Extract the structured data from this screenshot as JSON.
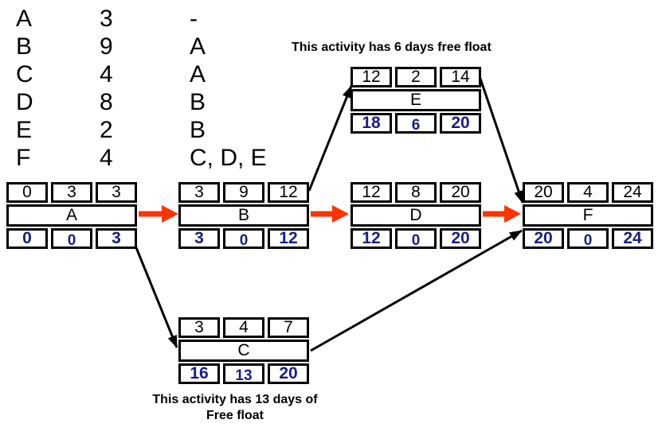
{
  "colors": {
    "critical_arrow": "#ff3300",
    "late_values": "#1c1c84",
    "line": "#000000"
  },
  "activity_table": {
    "rows": [
      {
        "id": "A",
        "duration": "3",
        "predecessors": "-"
      },
      {
        "id": "B",
        "duration": "9",
        "predecessors": "A"
      },
      {
        "id": "C",
        "duration": "4",
        "predecessors": "A"
      },
      {
        "id": "D",
        "duration": "8",
        "predecessors": "B"
      },
      {
        "id": "E",
        "duration": "2",
        "predecessors": "B"
      },
      {
        "id": "F",
        "duration": "4",
        "predecessors": "C, D, E"
      }
    ]
  },
  "nodes": {
    "A": {
      "es": "0",
      "dur": "3",
      "ef": "3",
      "name": "A",
      "ls": "0",
      "float": "0",
      "lf": "3"
    },
    "B": {
      "es": "3",
      "dur": "9",
      "ef": "12",
      "name": "B",
      "ls": "3",
      "float": "0",
      "lf": "12"
    },
    "C": {
      "es": "3",
      "dur": "4",
      "ef": "7",
      "name": "C",
      "ls": "16",
      "float": "13",
      "lf": "20"
    },
    "D": {
      "es": "12",
      "dur": "8",
      "ef": "20",
      "name": "D",
      "ls": "12",
      "float": "0",
      "lf": "20"
    },
    "E": {
      "es": "12",
      "dur": "2",
      "ef": "14",
      "name": "E",
      "ls": "18",
      "float": "6",
      "lf": "20"
    },
    "F": {
      "es": "20",
      "dur": "4",
      "ef": "24",
      "name": "F",
      "ls": "20",
      "float": "0",
      "lf": "24"
    }
  },
  "annotations": {
    "e_float": "This activity has 6 days free float",
    "c_float_line1": "This activity has 13 days of",
    "c_float_line2": "Free float"
  }
}
